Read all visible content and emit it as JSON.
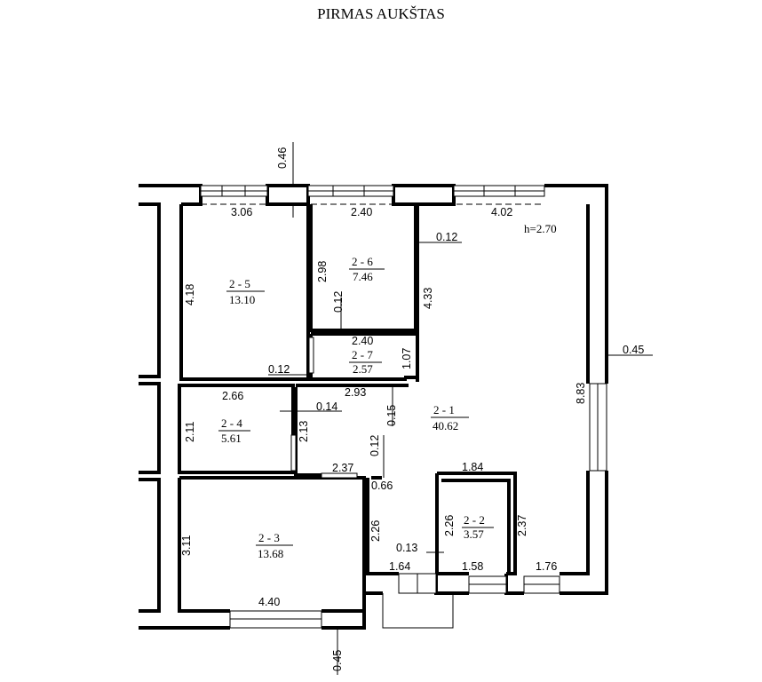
{
  "title": "PIRMAS AUKŠTAS",
  "height_note": "h=2.70",
  "rooms": [
    {
      "id": "2-5",
      "label": "2 - 5",
      "area": "13.10"
    },
    {
      "id": "2-6",
      "label": "2 - 6",
      "area": "7.46"
    },
    {
      "id": "2-7",
      "label": "2 - 7",
      "area": "2.57"
    },
    {
      "id": "2-4",
      "label": "2 - 4",
      "area": "5.61"
    },
    {
      "id": "2-1",
      "label": "2 - 1",
      "area": "40.62"
    },
    {
      "id": "2-3",
      "label": "2 - 3",
      "area": "13.68"
    },
    {
      "id": "2-2",
      "label": "2 - 2",
      "area": "3.57"
    }
  ],
  "dimensions": [
    "0.46",
    "3.06",
    "2.40",
    "4.02",
    "0.12",
    "2.98",
    "4.18",
    "0.12",
    "4.33",
    "2.40",
    "1.07",
    "0.12",
    "2.93",
    "0.45",
    "8.83",
    "2.66",
    "0.14",
    "0.15",
    "2.11",
    "2.13",
    "0.12",
    "2.37",
    "1.84",
    "0.66",
    "2.26",
    "2.26",
    "2.37",
    "3.11",
    "0.13",
    "1.64",
    "1.58",
    "1.76",
    "4.40",
    "0.45"
  ]
}
